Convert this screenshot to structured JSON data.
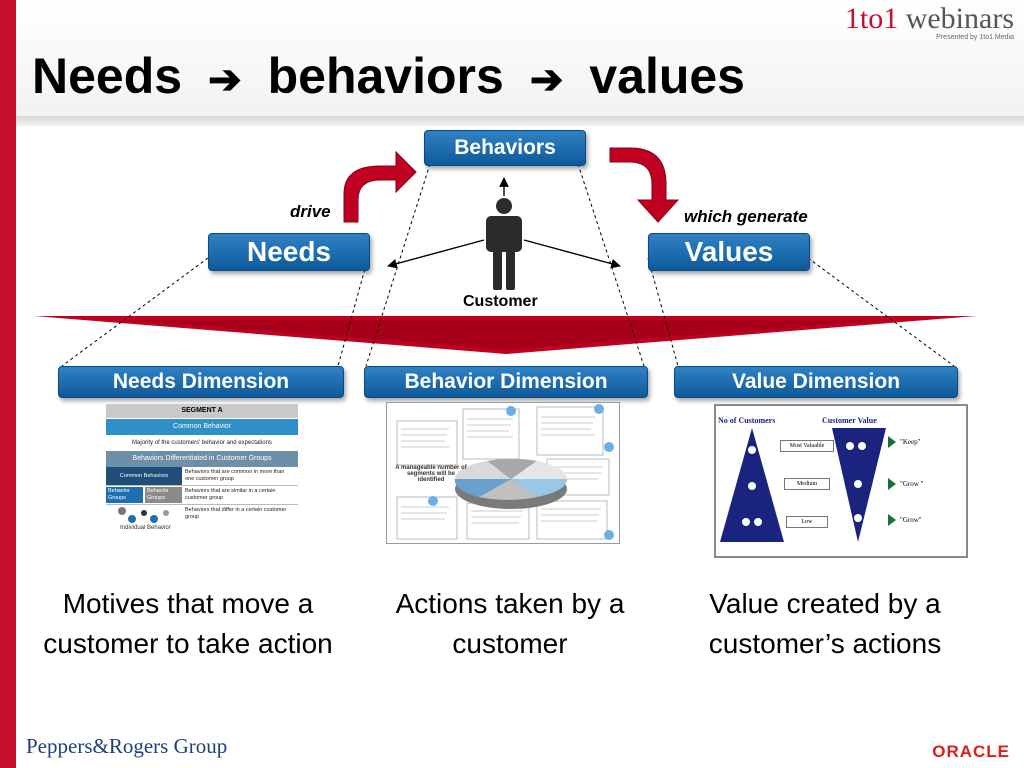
{
  "slide": {
    "title": {
      "part1": "Needs",
      "arrow1": "➔",
      "part2": "behaviors",
      "arrow2": "➔",
      "part3": "values"
    },
    "logo_1to1": {
      "prefix": "1to1",
      "suffix": "webinars",
      "tagline": "Presented by 1to1 Media"
    },
    "footer": {
      "logo_left": "Peppers&Rogers Group",
      "logo_right": "ORACLE"
    },
    "colors": {
      "accent_red": "#c8102e",
      "box_blue": "#1466a8",
      "arrow_red": "#c00020"
    }
  },
  "diagram": {
    "behaviors_label": "Behaviors",
    "needs_label": "Needs",
    "values_label": "Values",
    "drive_label": "drive",
    "generate_label": "which generate",
    "customer_label": "Customer",
    "customer_icon": "person-icon",
    "dimensions": {
      "needs": "Needs Dimension",
      "behavior": "Behavior Dimension",
      "value": "Value Dimension"
    }
  },
  "thumbnails": {
    "needs": {
      "segment": "SEGMENT A",
      "common": "Common Behavior",
      "majority": "Majority of the customers' behavior and expectations",
      "differentiated": "Behaviors Differentiated in Customer Groups",
      "row1_left": "Common Behaviors",
      "row1_right": "Behaviors that are common in more than one customer group",
      "row2_left_a": "Behavior Groups",
      "row2_left_b": "Behavior Groups",
      "row2_right": "Behaviors that are similar in a certain customer group",
      "row3_right": "Behaviors that differ in a certain customer group",
      "individual": "Individual Behavior"
    },
    "behavior": {
      "center_text": "A manageable number of segments will be identified"
    },
    "value": {
      "col1": "No of Customers",
      "col2": "Customer Value",
      "row1": "Most Valuable",
      "row2": "Medium",
      "row3": "Low",
      "tag1": "\"Keep\"",
      "tag2": "\"Grow \"",
      "tag3": "\"Grow\""
    }
  },
  "captions": {
    "needs": "Motives that move a customer to take action",
    "behavior": "Actions taken by a customer",
    "value": "Value created by a customer’s actions"
  }
}
